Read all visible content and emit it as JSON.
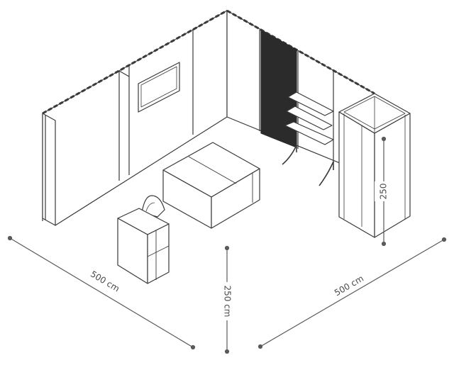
{
  "dimensions": {
    "width_label": "500 cm",
    "depth_label": "500 cm",
    "height_label": "250 cm",
    "storage_height_label": "250"
  },
  "colors": {
    "line": "#3a3a3a",
    "panel_fill": "#ffffff",
    "slat": "#2b2b2b",
    "dim_line": "#5a5a5a"
  }
}
